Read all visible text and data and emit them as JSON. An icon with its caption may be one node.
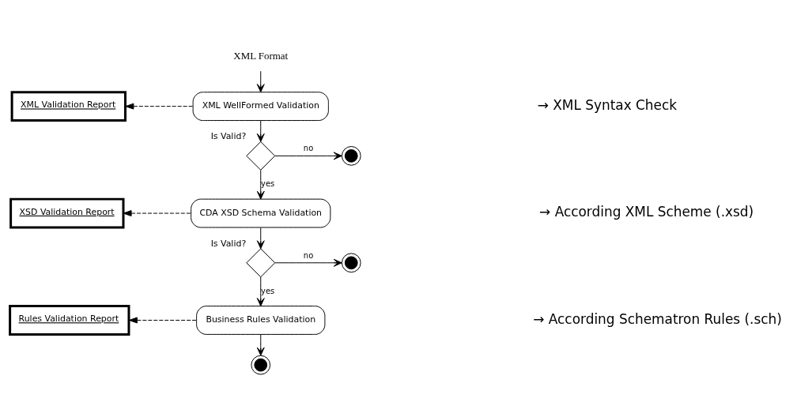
{
  "diagram": {
    "nodes": [
      {
        "text": [
          "XML Format"
        ]
      },
      {
        "text": [
          "XML WellFormed Validation"
        ]
      },
      {
        "text": [],
        "shape": "diamond",
        "beside": [
          "Is Valid?"
        ]
      },
      {
        "text": [],
        "shape": "circle"
      },
      {
        "text": [
          "CDA XSD Schema Validation"
        ]
      },
      {
        "text": [],
        "shape": "diamond",
        "beside": [
          "Is Valid?"
        ]
      },
      {
        "text": [],
        "shape": "circle"
      },
      {
        "text": [
          "Business Rules Validation"
        ]
      },
      {
        "text": [],
        "shape": "circle"
      },
      {
        "text": [
          "XML Validation Report"
        ]
      },
      {
        "text": [
          "XSD Validation Report"
        ]
      },
      {
        "text": [
          "Rules Validation Report"
        ]
      }
    ],
    "edges": [
      {
        "from": 0,
        "to": 1,
        "arrow": "to"
      },
      {
        "from": 1,
        "to": 2,
        "arrow": "to"
      },
      {
        "from": 2,
        "to": 3,
        "arrow": "to",
        "label": "no"
      },
      {
        "from": 2,
        "to": 4,
        "arrow": "to",
        "label": "yes"
      },
      {
        "from": 4,
        "to": 5,
        "arrow": "to"
      },
      {
        "from": 5,
        "to": 6,
        "arrow": "to",
        "label": "no"
      },
      {
        "from": 5,
        "to": 7,
        "arrow": "to",
        "label": "yes"
      },
      {
        "from": 7,
        "to": 8,
        "arrow": "to"
      },
      {
        "from": 1,
        "to": 9,
        "arrow": "to",
        "style": "dashed"
      },
      {
        "from": 4,
        "to": 10,
        "arrow": "to",
        "style": "dashed"
      },
      {
        "from": 7,
        "to": 11,
        "arrow": "to",
        "style": "dashed"
      }
    ],
    "labels": [
      "→ XML Syntax Check",
      "→ According XML Scheme (.xsd)",
      "→ According Schematron Rules (.sch)"
    ]
  }
}
